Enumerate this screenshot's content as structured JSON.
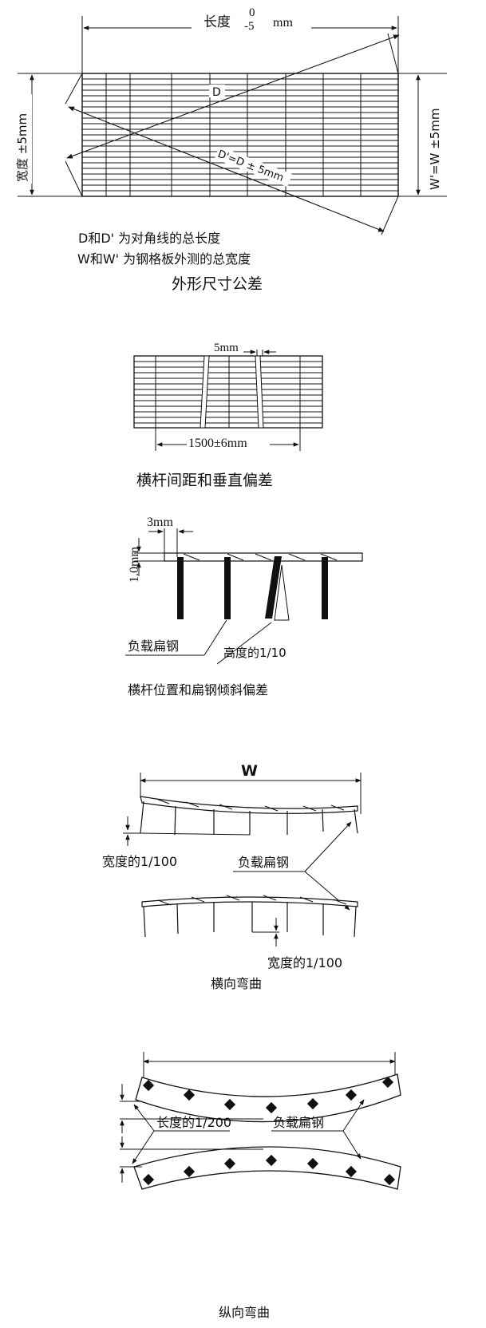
{
  "fig1": {
    "length_label": "长度",
    "length_tol_upper": "0",
    "length_tol_lower": "-5",
    "length_unit": "mm",
    "width_label": "宽度 ±5mm",
    "wprime_label": "W'=W ±5mm",
    "d_label": "D",
    "dprime_label": "D'=D ± 5mm",
    "note_1": "D和D' 为对角线的总长度",
    "note_2": "W和W' 为钢格板外测的总宽度",
    "caption": "外形尺寸公差"
  },
  "fig2": {
    "offset_label": "5mm",
    "span_label": "1500±6mm",
    "caption": "横杆间距和垂直偏差"
  },
  "fig3": {
    "gap_label": "3mm",
    "height_label": "1.0mm",
    "bar_label": "负载扁钢",
    "tilt_label": "高度的1/10",
    "caption": "横杆位置和扁钢倾斜偏差"
  },
  "fig4": {
    "w_label": "W",
    "deflect_top_label": "宽度的1/100",
    "bar_label": "负载扁钢",
    "deflect_bottom_label": "宽度的1/100",
    "caption": "横向弯曲"
  },
  "fig5": {
    "deflect_label": "长度的1/200",
    "bar_label": "负载扁钢",
    "caption": "纵向弯曲"
  }
}
